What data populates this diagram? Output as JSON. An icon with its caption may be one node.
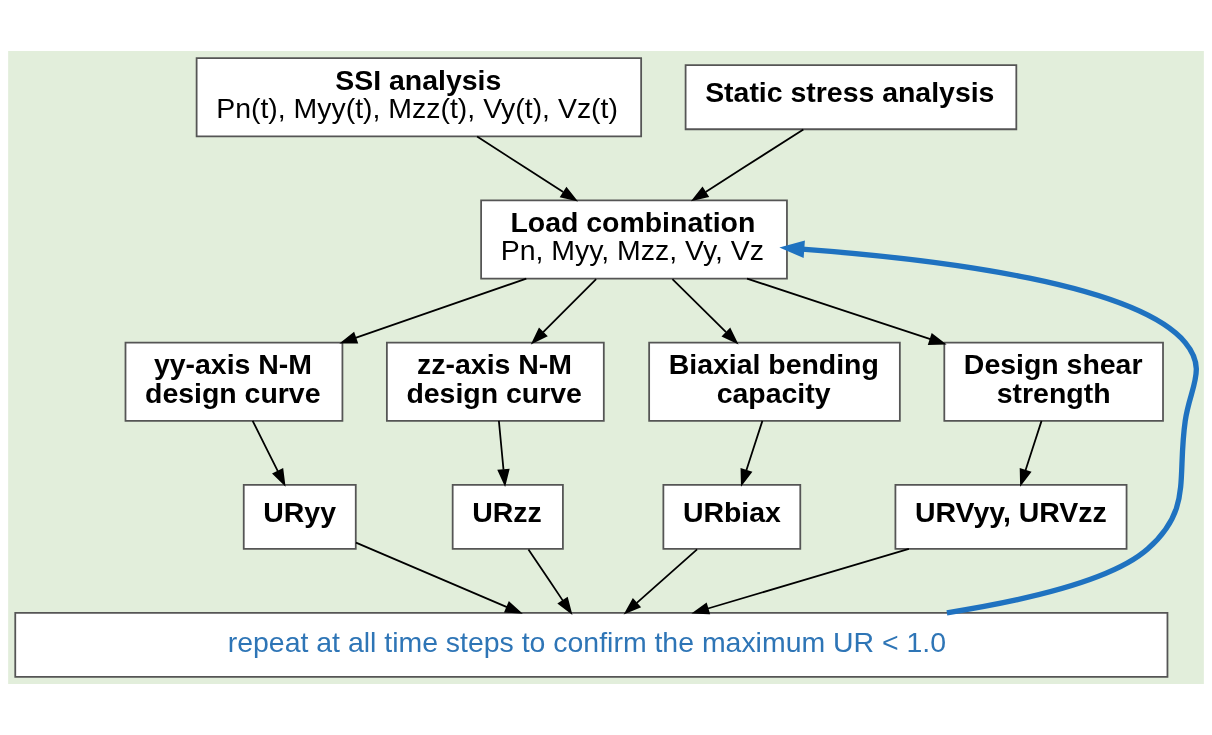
{
  "diagram": {
    "nodes": [
      {
        "text": [
          "SSI analysis",
          "Pn(t), Myy(t), Mzz(t), Vy(t), Vz(t)"
        ]
      },
      {
        "text": [
          "Static stress analysis"
        ]
      },
      {
        "text": [
          "Load combination",
          "Pn, Myy, Mzz, Vy, Vz"
        ]
      },
      {
        "text": [
          "yy-axis N-M design curve"
        ]
      },
      {
        "text": [
          "zz-axis N-M design curve"
        ]
      },
      {
        "text": [
          "Biaxial bending capacity"
        ]
      },
      {
        "text": [
          "Design shear strength"
        ]
      },
      {
        "text": [
          "URyy"
        ]
      },
      {
        "text": [
          "URzz"
        ]
      },
      {
        "text": [
          "URbiax"
        ]
      },
      {
        "text": [
          "URVyy, URVzz"
        ]
      },
      {
        "text": [
          "repeat at all time steps to confirm the maximum UR < 1.0"
        ]
      }
    ],
    "edges": [
      {
        "from": 0,
        "to": 2,
        "arrow": "to"
      },
      {
        "from": 1,
        "to": 2,
        "arrow": "to"
      },
      {
        "from": 2,
        "to": 3,
        "arrow": "to"
      },
      {
        "from": 2,
        "to": 4,
        "arrow": "to"
      },
      {
        "from": 2,
        "to": 5,
        "arrow": "to"
      },
      {
        "from": 2,
        "to": 6,
        "arrow": "to"
      },
      {
        "from": 3,
        "to": 7,
        "arrow": "to"
      },
      {
        "from": 4,
        "to": 8,
        "arrow": "to"
      },
      {
        "from": 5,
        "to": 9,
        "arrow": "to"
      },
      {
        "from": 6,
        "to": 10,
        "arrow": "to"
      },
      {
        "from": 7,
        "to": 11,
        "arrow": "to"
      },
      {
        "from": 8,
        "to": 11,
        "arrow": "to"
      },
      {
        "from": 9,
        "to": 11,
        "arrow": "to"
      },
      {
        "from": 10,
        "to": 11,
        "arrow": "to"
      },
      {
        "from": 11,
        "to": 2,
        "arrow": "to",
        "style": "thick",
        "color": "#1f72c0"
      }
    ]
  }
}
